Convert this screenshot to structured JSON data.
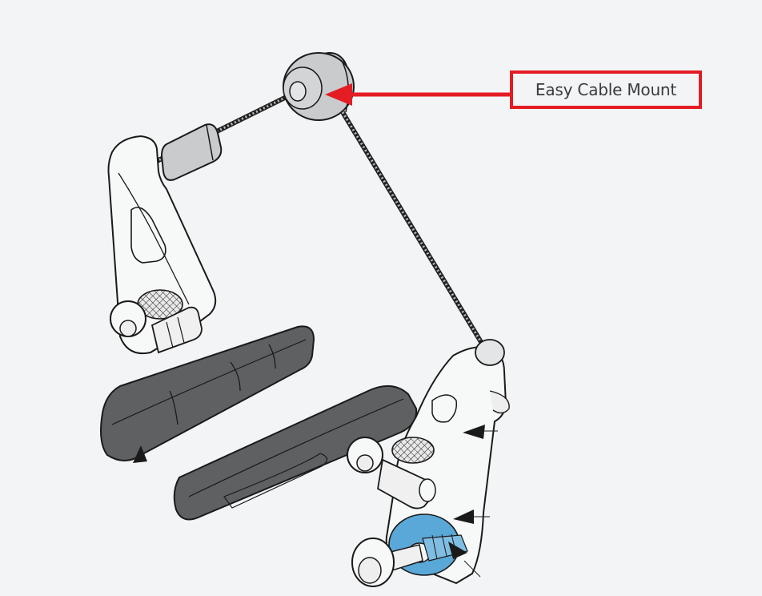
{
  "figure": {
    "subject": "Cantilever bicycle brake assembly",
    "background_color": "#f2f4f6"
  },
  "callout": {
    "label": "Easy Cable Mount",
    "color": "#e41c24",
    "target": "cable-mount-hub"
  },
  "colors": {
    "line": "#1a1a1a",
    "metal": "#c9cbcd",
    "arm": "#f7f8f8",
    "pad": "#5f6062",
    "highlight_washer": "#5aa8d8"
  }
}
